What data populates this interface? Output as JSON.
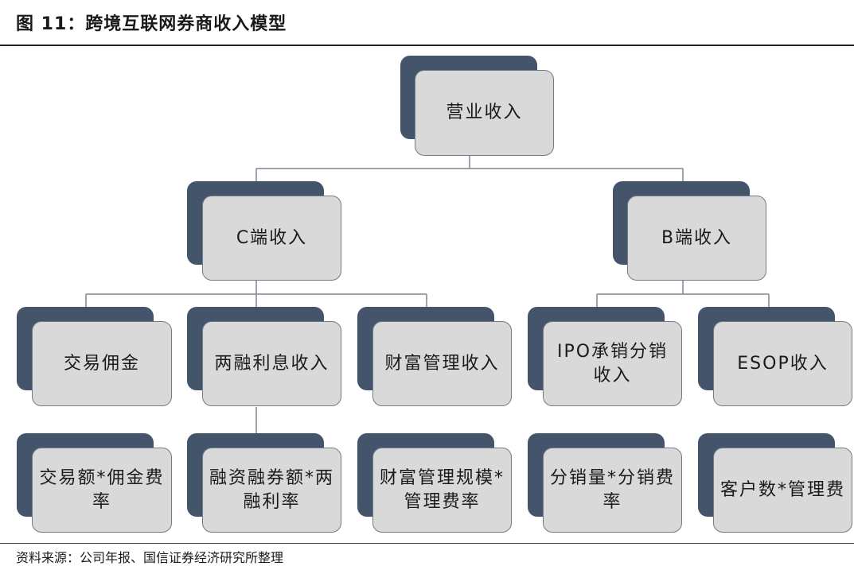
{
  "header": {
    "title": "图 11：跨境互联网券商收入模型"
  },
  "footer": {
    "source": "资料来源：公司年报、国信证券经济研究所整理"
  },
  "colors": {
    "back": "#44546a",
    "front": "#d9d9d9",
    "line": "#7f8690"
  },
  "nodes": {
    "root": "营业收入",
    "c": "C端收入",
    "b": "B端收入",
    "c1": "交易佣金",
    "c2": "两融利息收入",
    "c3": "财富管理收入",
    "b1": "IPO承销分销收入",
    "b2": "ESOP收入",
    "c1f": "交易额*佣金费率",
    "c2f": "融资融券额*两融利率",
    "c3f": "财富管理规模*管理费率",
    "b1f": "分销量*分销费率",
    "b2f": "客户数*管理费"
  }
}
